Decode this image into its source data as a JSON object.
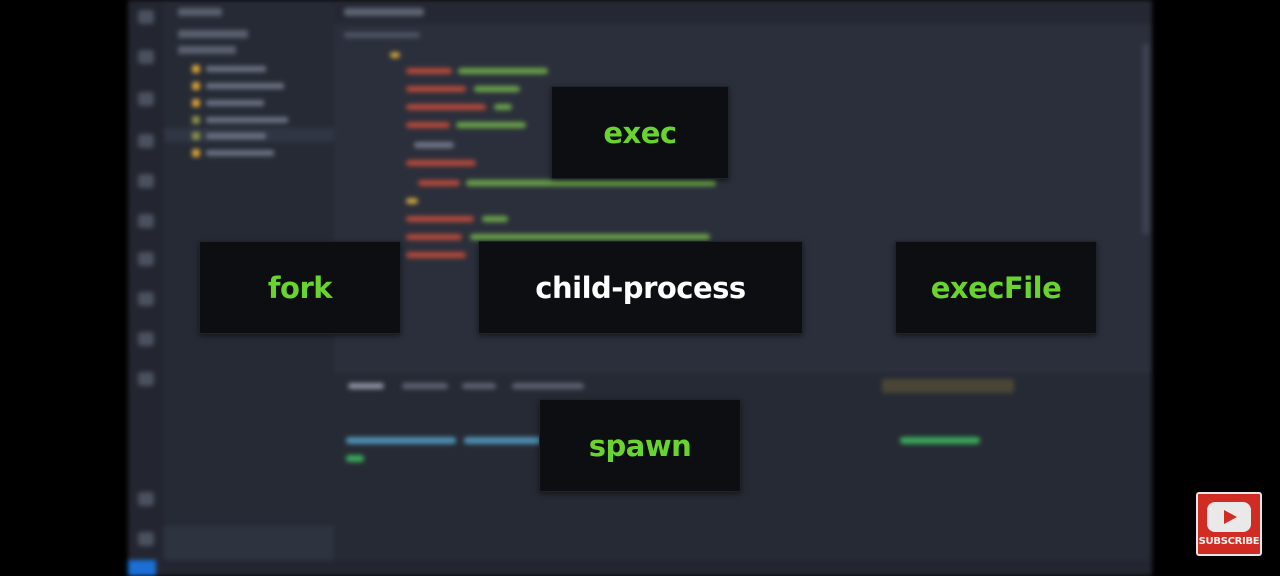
{
  "overlay": {
    "center": "child-process",
    "top": "exec",
    "left": "fork",
    "right": "execFile",
    "bottom": "spawn"
  },
  "colors": {
    "accent_green": "#6ad42e",
    "center_text": "#ffffff",
    "box_background": "#0c0e11",
    "subscribe_red": "#d02c24"
  },
  "subscribe": {
    "label": "SUBSCRIBE",
    "icon": "youtube-play-icon"
  }
}
